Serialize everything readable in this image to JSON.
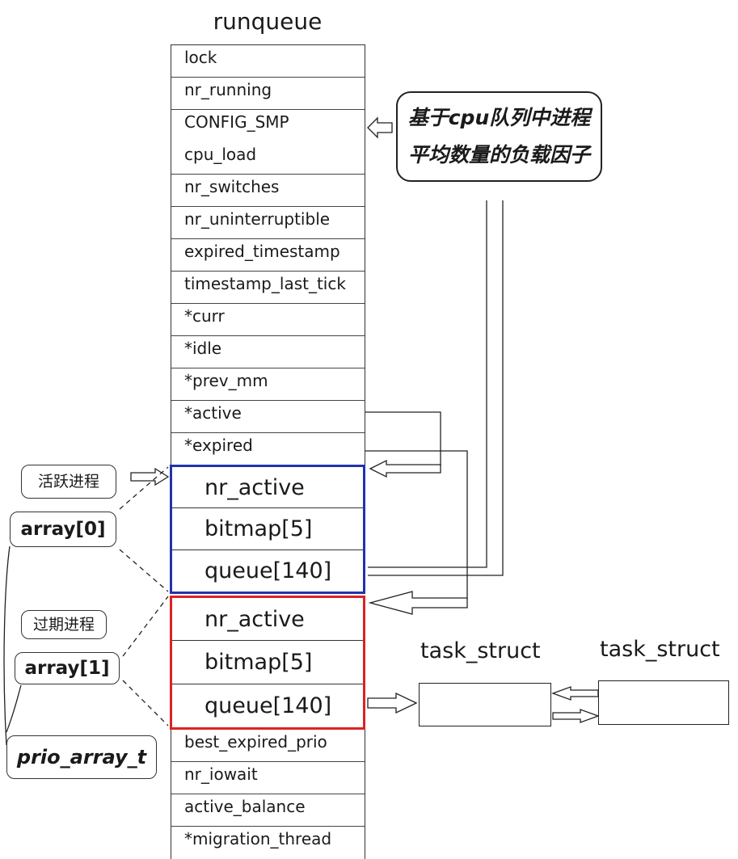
{
  "title": "runqueue",
  "runqueue_fields": [
    "lock",
    "nr_running",
    "CONFIG_SMP",
    "cpu_load",
    "nr_switches",
    "nr_uninterruptible",
    "expired_timestamp",
    "timestamp_last_tick",
    "*curr",
    "*idle",
    "*prev_mm",
    "*active",
    "*expired"
  ],
  "active_array": [
    "nr_active",
    "bitmap[5]",
    "queue[140]"
  ],
  "expired_array": [
    "nr_active",
    "bitmap[5]",
    "queue[140]"
  ],
  "runqueue_tail_fields": [
    "best_expired_prio",
    "nr_iowait",
    "active_balance",
    "*migration_thread"
  ],
  "callout": {
    "line1": "基于cpu队列中进程",
    "line2": "平均数量的负载因子"
  },
  "labels": {
    "active_process": "活跃进程",
    "array0": "array[0]",
    "expired_process": "过期进程",
    "array1": "array[1]",
    "prio_array": "prio_array_t"
  },
  "task_struct": [
    "task_struct",
    "task_struct"
  ],
  "colors": {
    "active_border": "#2233aa",
    "expired_border": "#dd2222",
    "line": "#222222"
  }
}
